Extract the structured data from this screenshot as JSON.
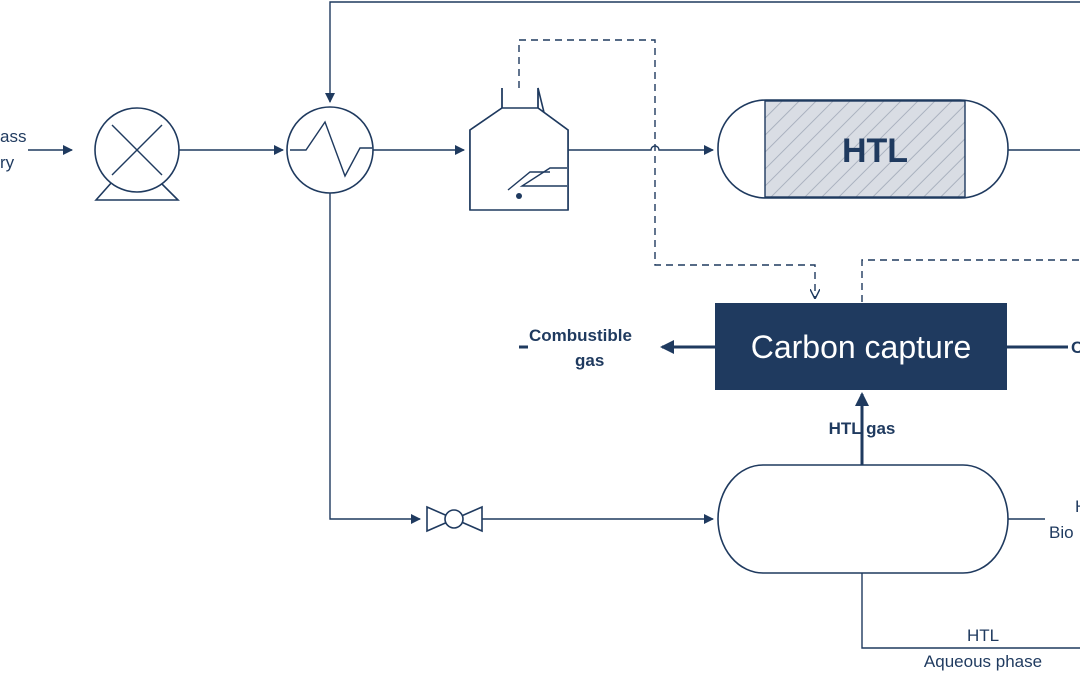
{
  "labels": {
    "feed_line1": "ass",
    "feed_line2": "ry",
    "reactor": "HTL",
    "carbon_capture": "Carbon capture",
    "combustible_gas_line1": "Combustible",
    "combustible_gas_line2": "gas",
    "htl_gas": "HTL gas",
    "co2_partial": "C",
    "biocrude_line1": "H",
    "biocrude_line2": "Bio",
    "aqueous_line1": "HTL",
    "aqueous_line2": "Aqueous phase"
  },
  "colors": {
    "line": "#1f3a5f",
    "carbon_capture_fill": "#1f3a5f",
    "carbon_capture_text": "#ffffff",
    "reactor_hatch": "#c8cdd6"
  },
  "icons": {
    "pump": "pump-icon",
    "heat_exchanger": "heat-exchanger-icon",
    "heater": "fired-heater-icon",
    "valve": "valve-icon"
  }
}
